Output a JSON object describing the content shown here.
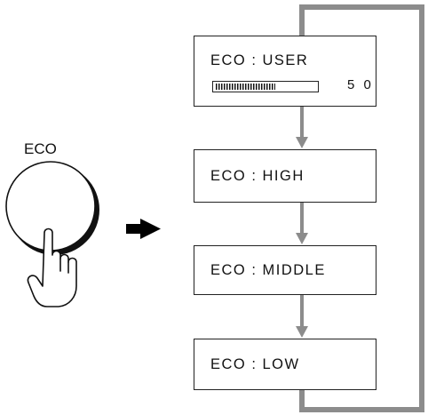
{
  "button": {
    "label": "ECO"
  },
  "modes": [
    {
      "label": "ECO : USER",
      "level_value": "5 0",
      "level_fraction": 0.6
    },
    {
      "label": "ECO : HIGH"
    },
    {
      "label": "ECO : MIDDLE"
    },
    {
      "label": "ECO : LOW"
    }
  ],
  "icons": {
    "hand": "pressing-hand-icon",
    "arrow": "right-arrow-icon"
  },
  "colors": {
    "connector": "#8c8c8c",
    "outline": "#222222"
  }
}
